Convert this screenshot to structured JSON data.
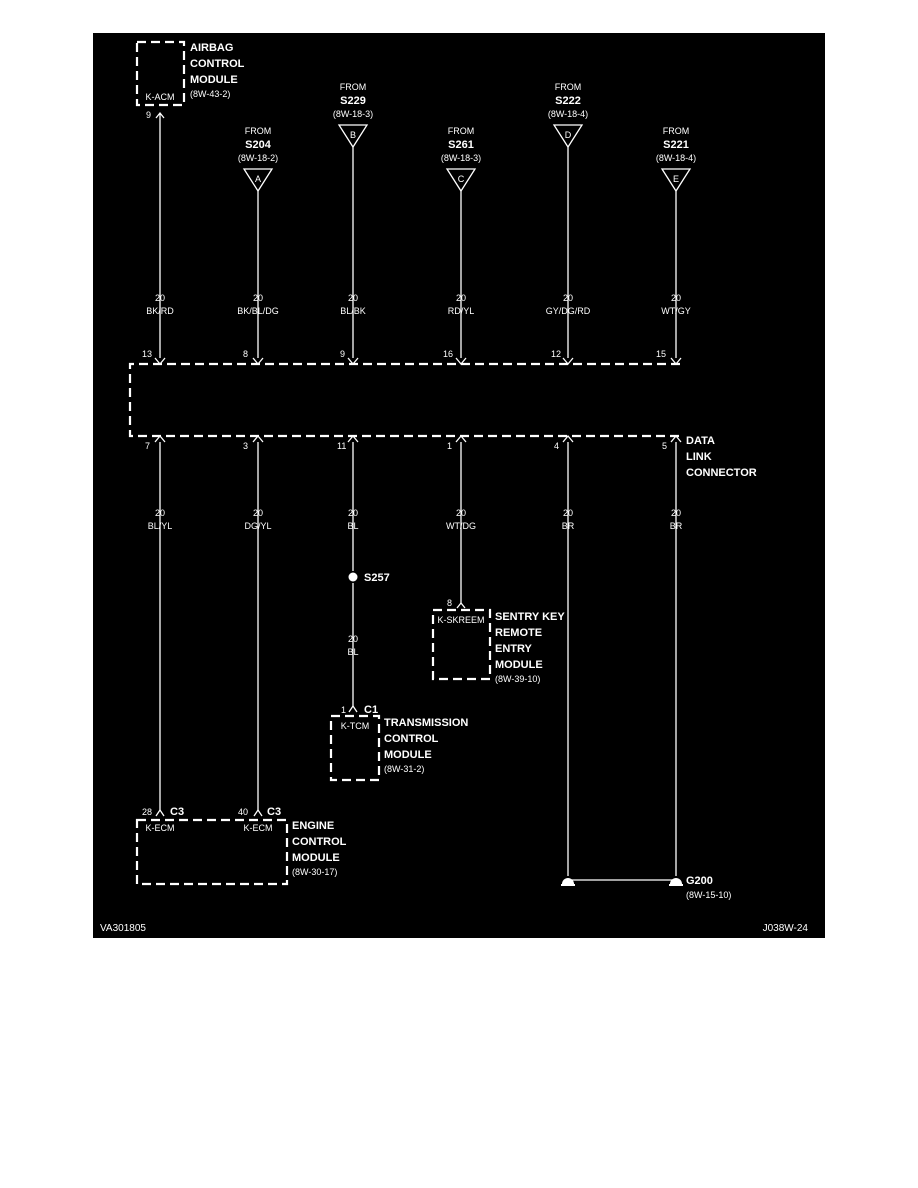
{
  "colors": {
    "background": "#000000",
    "foreground": "#ffffff",
    "page": "#ffffff"
  },
  "footer": {
    "left_code": "VA301805",
    "right_code": "J038W-24"
  },
  "airbag": {
    "lines": [
      "AIRBAG",
      "CONTROL",
      "MODULE"
    ],
    "ref": "(8W-43-2)",
    "tag": "K-ACM",
    "pin": "9"
  },
  "splices": [
    {
      "from": "FROM",
      "id": "S204",
      "ref": "(8W-18-2)",
      "letter": "A"
    },
    {
      "from": "FROM",
      "id": "S229",
      "ref": "(8W-18-3)",
      "letter": "B"
    },
    {
      "from": "FROM",
      "id": "S261",
      "ref": "(8W-18-3)",
      "letter": "C"
    },
    {
      "from": "FROM",
      "id": "S222",
      "ref": "(8W-18-4)",
      "letter": "D"
    },
    {
      "from": "FROM",
      "id": "S221",
      "ref": "(8W-18-4)",
      "letter": "E"
    }
  ],
  "upper_wires": [
    {
      "gauge": "20",
      "color": "BK/RD",
      "pin": "13"
    },
    {
      "gauge": "20",
      "color": "BK/BL/DG",
      "pin": "8"
    },
    {
      "gauge": "20",
      "color": "BL/BK",
      "pin": "9"
    },
    {
      "gauge": "20",
      "color": "RD/YL",
      "pin": "16"
    },
    {
      "gauge": "20",
      "color": "GY/DG/RD",
      "pin": "12"
    },
    {
      "gauge": "20",
      "color": "WT/GY",
      "pin": "15"
    }
  ],
  "dlc": {
    "lines": [
      "DATA",
      "LINK",
      "CONNECTOR"
    ]
  },
  "lower_wires": [
    {
      "pin": "7",
      "gauge": "20",
      "color": "BL/YL"
    },
    {
      "pin": "3",
      "gauge": "20",
      "color": "DG/YL"
    },
    {
      "pin": "11",
      "gauge": "20",
      "color": "BL"
    },
    {
      "pin": "1",
      "gauge": "20",
      "color": "WT/DG"
    },
    {
      "pin": "4",
      "gauge": "20",
      "color": "BR"
    },
    {
      "pin": "5",
      "gauge": "20",
      "color": "BR"
    }
  ],
  "s257": {
    "id": "S257",
    "gauge": "20",
    "color": "BL"
  },
  "skreem": {
    "lines": [
      "SENTRY KEY",
      "REMOTE",
      "ENTRY",
      "MODULE"
    ],
    "ref": "(8W-39-10)",
    "tag": "K-SKREEM",
    "pin": "8"
  },
  "tcm": {
    "lines": [
      "TRANSMISSION",
      "CONTROL",
      "MODULE"
    ],
    "ref": "(8W-31-2)",
    "tag": "K-TCM",
    "pin": "1",
    "connector": "C1"
  },
  "ecm": {
    "lines": [
      "ENGINE",
      "CONTROL",
      "MODULE"
    ],
    "ref": "(8W-30-17)",
    "tag1": "K-ECM",
    "tag2": "K-ECM",
    "pin1": "28",
    "pin2": "40",
    "conn1": "C3",
    "conn2": "C3"
  },
  "ground": {
    "id": "G200",
    "ref": "(8W-15-10)"
  }
}
